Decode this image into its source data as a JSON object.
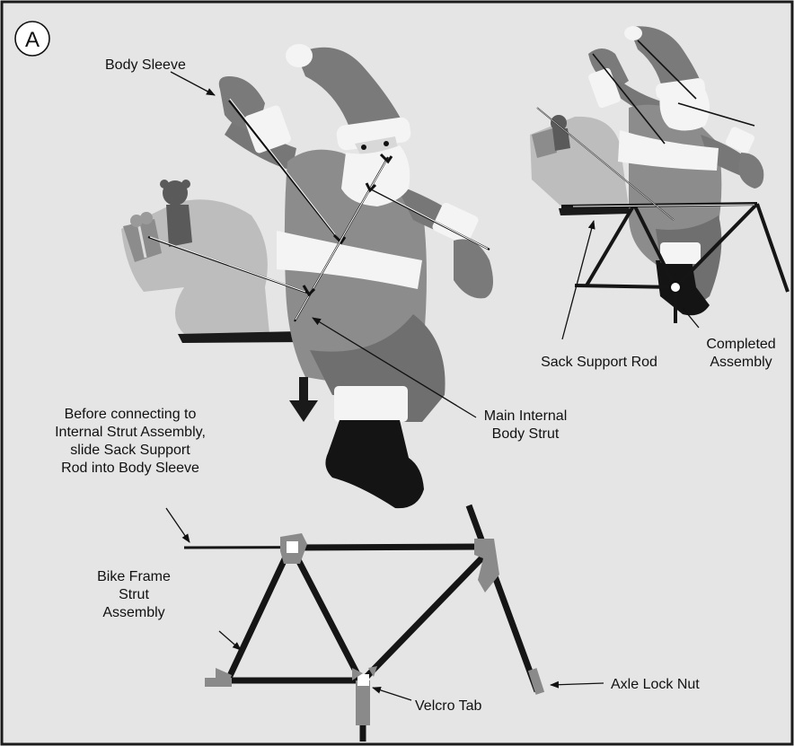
{
  "panel": {
    "letter": "A"
  },
  "labels": {
    "body_sleeve": "Body Sleeve",
    "main_strut_1": "Main Internal",
    "main_strut_2": "Body Strut",
    "sack_support_rod": "Sack Support Rod",
    "completed_1": "Completed",
    "completed_2": "Assembly",
    "instruction_1": "Before connecting to",
    "instruction_2": "Internal Strut Assembly,",
    "instruction_3": "slide Sack Support",
    "instruction_4": "Rod into Body Sleeve",
    "bike_frame_1": "Bike Frame",
    "bike_frame_2": "Strut",
    "bike_frame_3": "Assembly",
    "velcro_tab": "Velcro Tab",
    "axle_lock_nut": "Axle Lock Nut"
  },
  "colors": {
    "background": "#e5e5e5",
    "border": "#1a1a1a",
    "santa_dark": "#777777",
    "santa_mid": "#8c8c8c",
    "fur_white": "#f4f4f4",
    "sack": "#bdbdbd",
    "boot": "#141414",
    "strut": "#151515",
    "connector": "#8a8a8a"
  }
}
